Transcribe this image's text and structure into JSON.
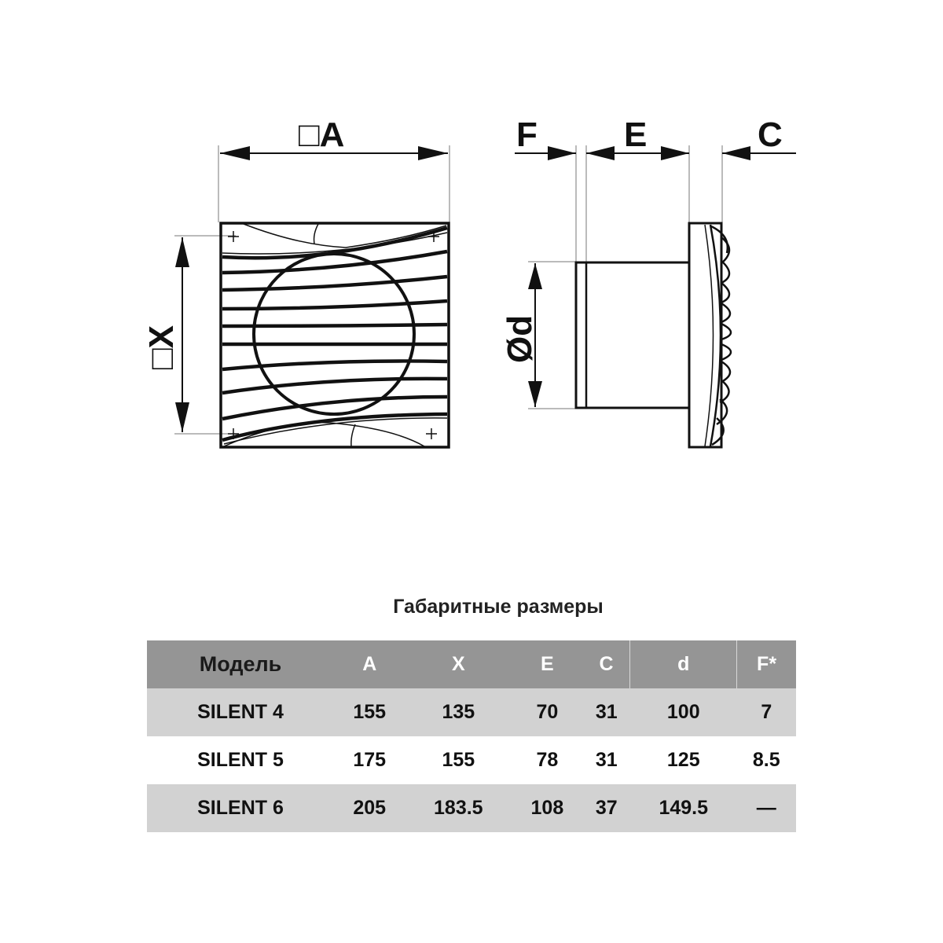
{
  "drawing": {
    "labels": {
      "A": "□A",
      "X": "□X",
      "F": "F",
      "E": "E",
      "C": "C",
      "d": "Ød"
    }
  },
  "table": {
    "title": "Габаритные размеры",
    "headers": [
      "Модель",
      "A",
      "X",
      "E",
      "C",
      "d",
      "F*"
    ],
    "rows": [
      [
        "SILENT 4",
        "155",
        "135",
        "70",
        "31",
        "100",
        "7"
      ],
      [
        "SILENT 5",
        "175",
        "155",
        "78",
        "31",
        "125",
        "8.5"
      ],
      [
        "SILENT 6",
        "205",
        "183.5",
        "108",
        "37",
        "149.5",
        "—"
      ]
    ]
  },
  "colors": {
    "header_bg": "#959595",
    "row_shade": "#d2d2d2",
    "line": "#111111"
  }
}
